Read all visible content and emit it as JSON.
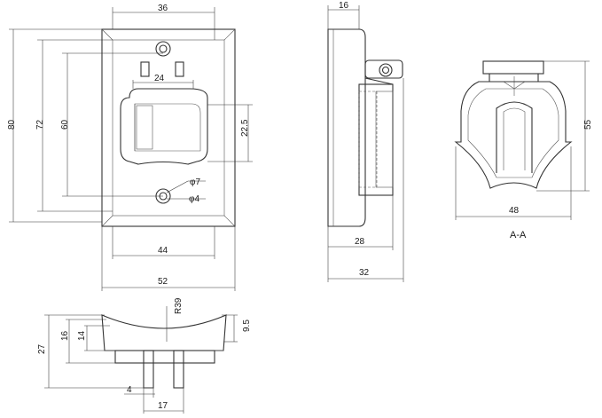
{
  "front_view": {
    "dims": {
      "top_width": "36",
      "inner_width": "24",
      "cutout_height": "22.5",
      "height_total": "80",
      "height_72": "72",
      "height_60": "60",
      "hole_large": "φ7",
      "hole_small": "φ4",
      "bottom_inner": "44",
      "bottom_total": "52"
    }
  },
  "side_view": {
    "dims": {
      "top": "16",
      "mid": "28",
      "bottom": "32"
    }
  },
  "section_view": {
    "dims": {
      "width": "48",
      "height": "55"
    },
    "label": "A-A"
  },
  "bottom_view": {
    "dims": {
      "h27": "27",
      "h16": "16",
      "h14": "14",
      "h9_5": "9.5",
      "radius": "R39",
      "w4": "4",
      "w17": "17"
    }
  }
}
